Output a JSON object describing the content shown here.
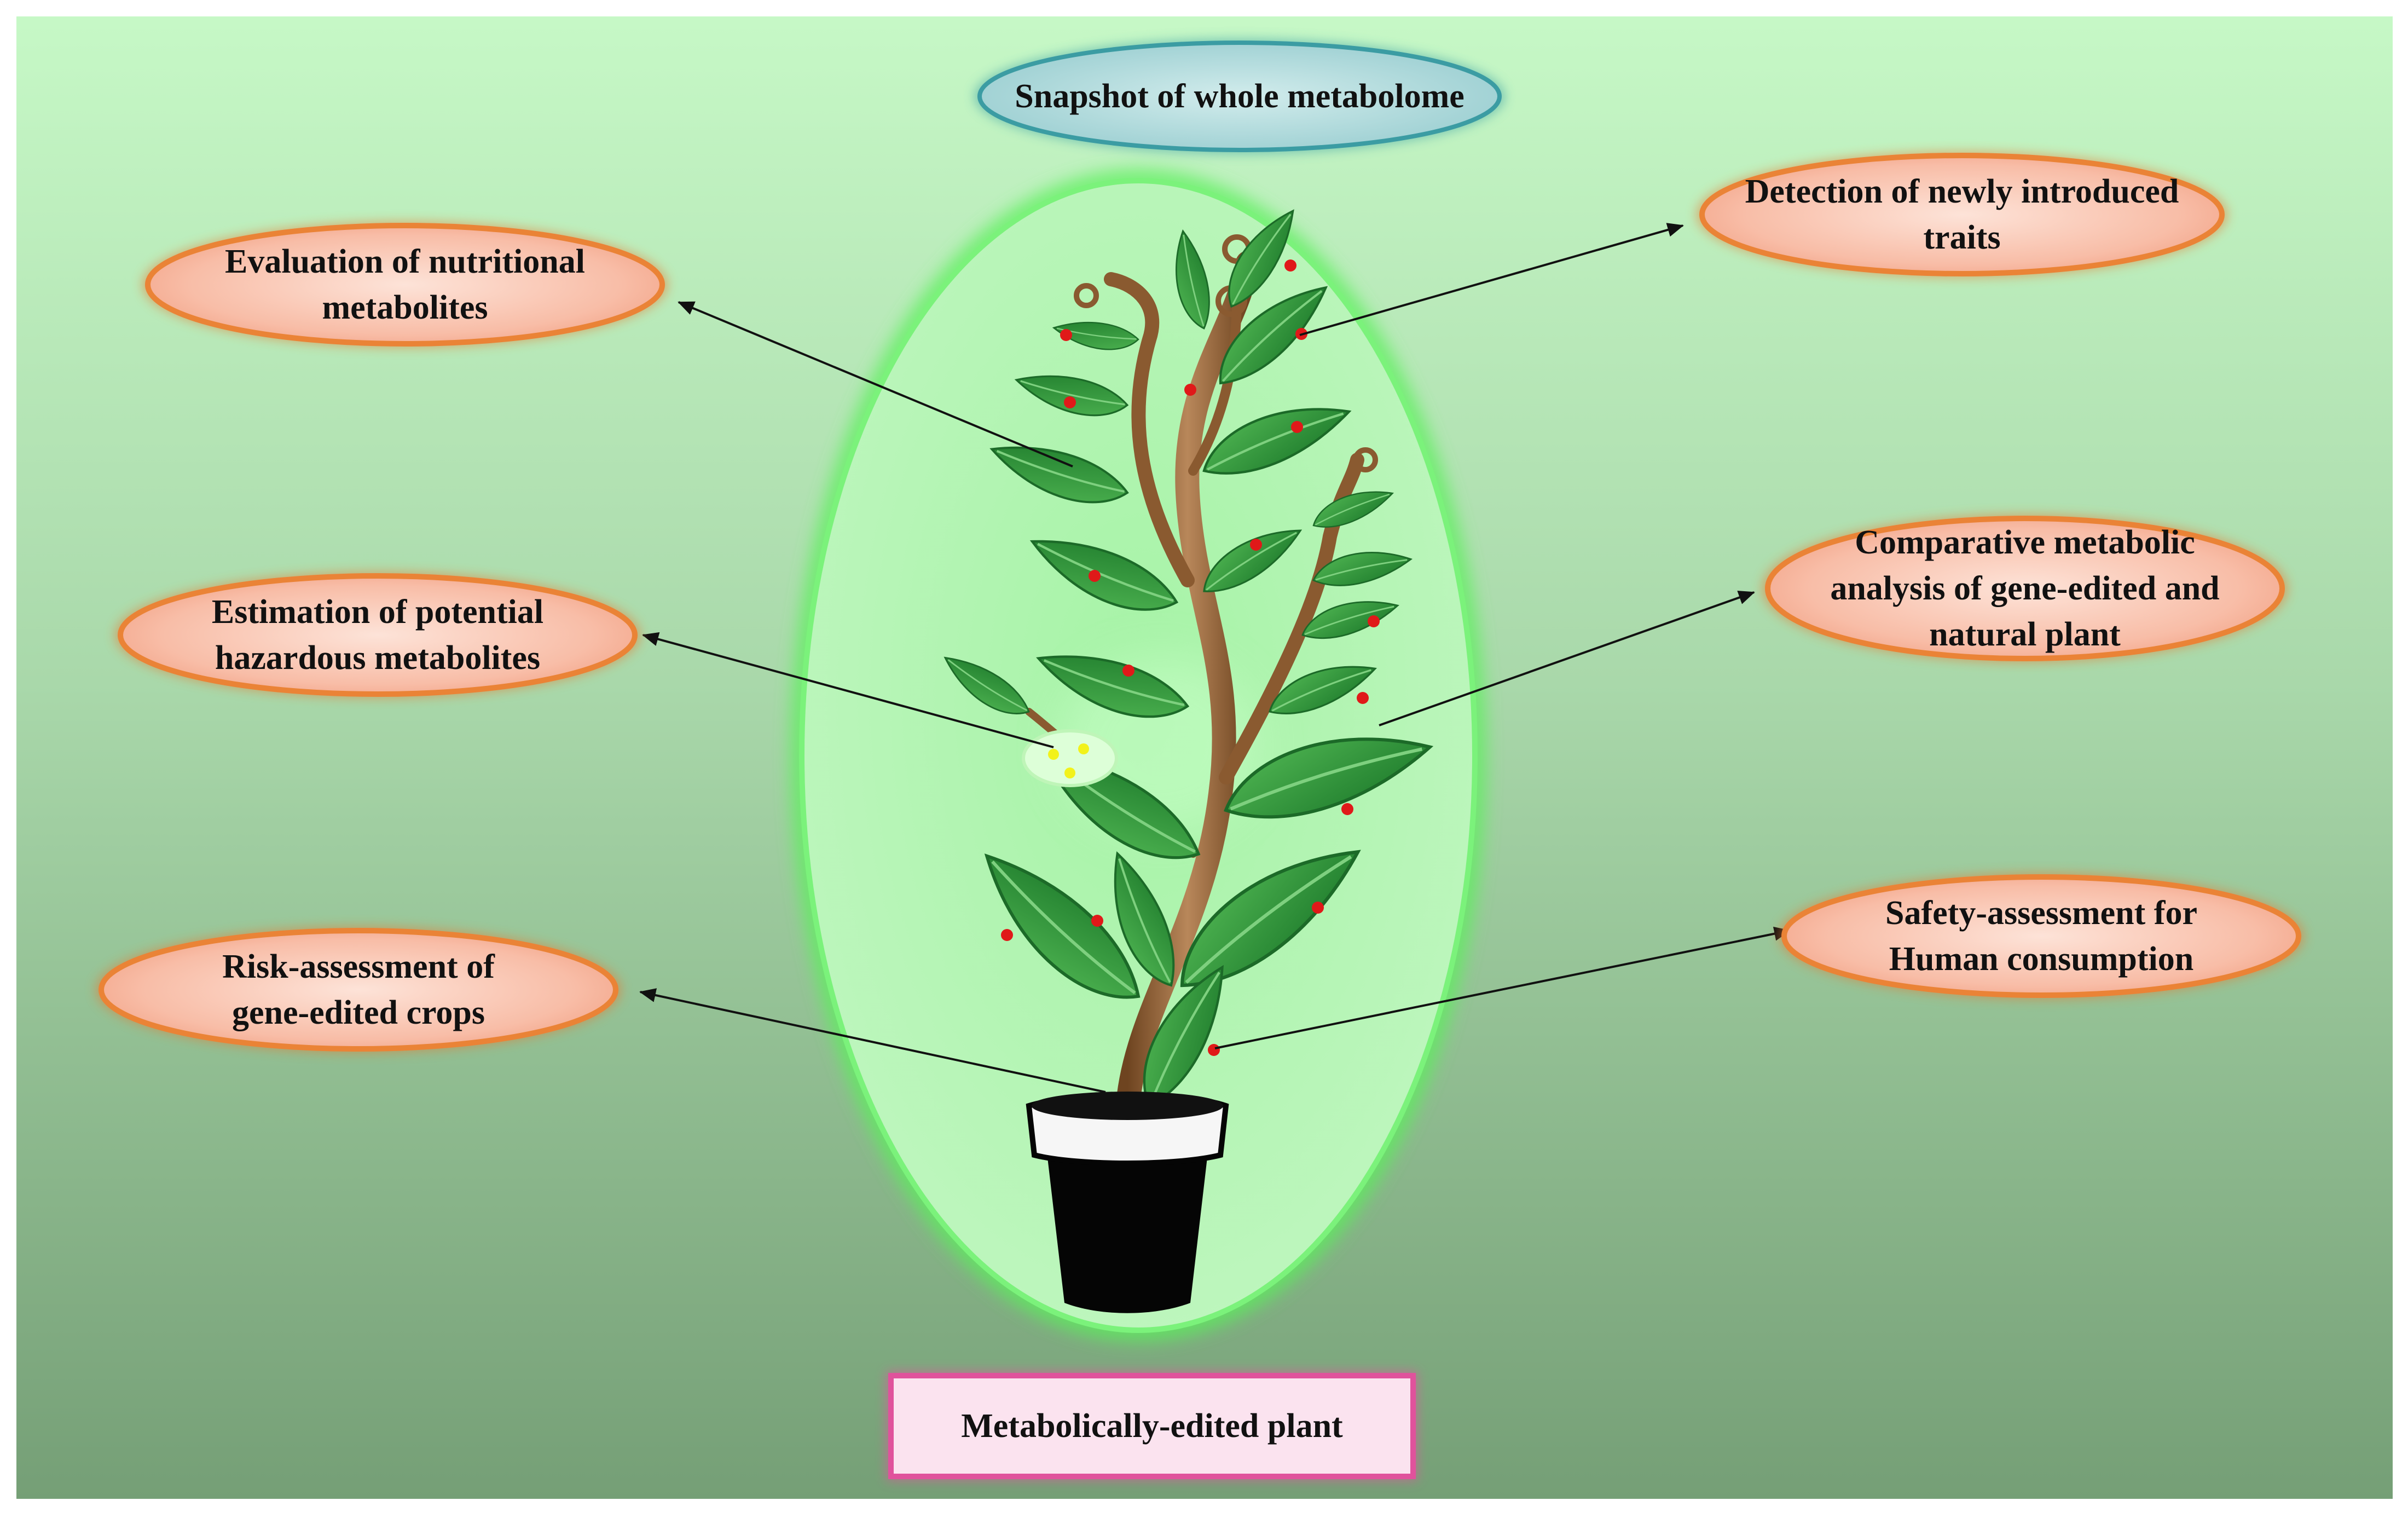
{
  "diagram": {
    "top_label": "Snapshot of whole metabolome",
    "bottom_label": "Metabolically-edited plant",
    "left_labels": [
      [
        "Evaluation of nutritional",
        "metabolites"
      ],
      [
        "Estimation of potential",
        "hazardous metabolites"
      ],
      [
        "Risk-assessment of",
        "gene-edited crops"
      ]
    ],
    "right_labels": [
      [
        "Detection of newly introduced",
        "traits"
      ],
      [
        "Comparative metabolic",
        "analysis of gene-edited and",
        "natural plant"
      ],
      [
        "Safety-assessment for",
        "Human consumption"
      ]
    ]
  },
  "colors": {
    "background_top": "#c6f8c6",
    "background_bottom": "#76a076",
    "oval_fill": "#b6f5b6",
    "oval_border": "#6ef26e",
    "label_fill": "#f9b9a3",
    "label_border": "#e88037",
    "top_label_fill": "#a9d7d9",
    "top_label_border": "#3b9ca3",
    "bottom_label_fill": "#f8d7ea",
    "bottom_label_border": "#e0529c",
    "leaf": "#2f9a3c",
    "leaf_dark": "#1c6a28",
    "stem": "#9c6a3c",
    "pot": "#050505",
    "metabolite_dot": "#e01919",
    "hazard_dot": "#f2f21b"
  }
}
